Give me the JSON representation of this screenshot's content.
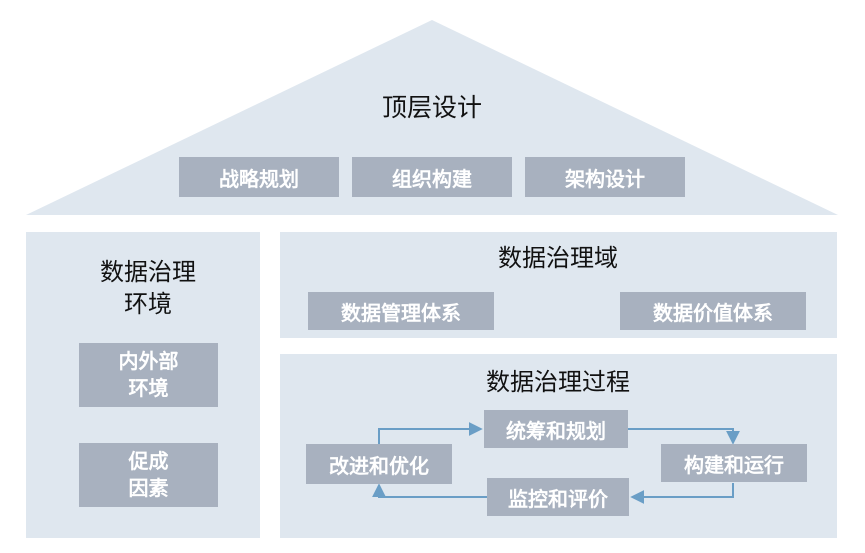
{
  "roof": {
    "title": "顶层设计",
    "items": [
      "战略规划",
      "组织构建",
      "架构设计"
    ]
  },
  "environment": {
    "title_line1": "数据治理",
    "title_line2": "环境",
    "items": [
      {
        "line1": "内外部",
        "line2": "环境"
      },
      {
        "line1": "促成",
        "line2": "因素"
      }
    ]
  },
  "domain": {
    "title": "数据治理域",
    "items": [
      "数据管理体系",
      "数据价值体系"
    ]
  },
  "process": {
    "title": "数据治理过程",
    "steps": {
      "top": "统筹和规划",
      "right": "构建和运行",
      "bottom": "监控和评价",
      "left": "改进和优化"
    }
  },
  "colors": {
    "panel": "#dfe7ef",
    "tag": "#a8b1bf",
    "arrow": "#6a9ec6"
  }
}
